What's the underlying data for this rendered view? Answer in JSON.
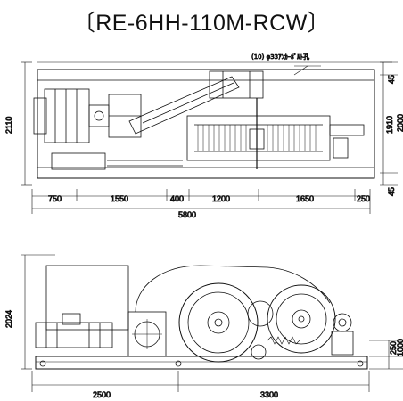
{
  "title": "〔RE-6HH-110M-RCW〕",
  "top_view": {
    "note": "(10) φ33ｱﾝｶｰﾎﾞﾙﾄ孔",
    "height_total": "2110",
    "height_inner": "1910",
    "edge_top": "45",
    "edge_bottom": "45",
    "right_extra": "2000",
    "segments": [
      "750",
      "1550",
      "400",
      "1200",
      "1650",
      "250"
    ],
    "total_length": "5800"
  },
  "side_view": {
    "height_total": "2024",
    "small_right": "250",
    "right_extra": "1000",
    "segments": [
      "2500",
      "3300"
    ]
  }
}
